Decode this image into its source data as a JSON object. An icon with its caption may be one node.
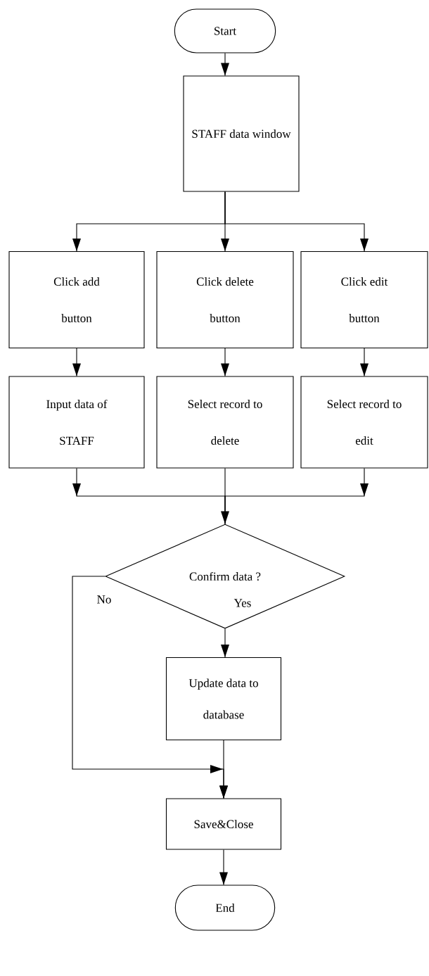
{
  "diagram": {
    "nodes": [
      {
        "text": [
          "Start"
        ]
      },
      {
        "text": [
          "STAFF data window"
        ]
      },
      {
        "text": [
          "Click add button"
        ]
      },
      {
        "text": [
          "Click delete button"
        ]
      },
      {
        "text": [
          "Click edit button"
        ]
      },
      {
        "text": [
          "Input data of STAFF"
        ]
      },
      {
        "text": [
          "Select record to delete"
        ]
      },
      {
        "text": [
          "Select record to edit"
        ]
      },
      {
        "text": [
          "Confirm data ?"
        ]
      },
      {
        "text": [
          "Update data to database"
        ]
      },
      {
        "text": [
          "Save&Close"
        ]
      },
      {
        "text": [
          "End"
        ]
      }
    ],
    "edges": [
      {
        "from": 0,
        "to": 1,
        "arrow": "to"
      },
      {
        "from": 1,
        "to": 2,
        "arrow": "to"
      },
      {
        "from": 1,
        "to": 3,
        "arrow": "to"
      },
      {
        "from": 1,
        "to": 4,
        "arrow": "to"
      },
      {
        "from": 2,
        "to": 5,
        "arrow": "to"
      },
      {
        "from": 3,
        "to": 6,
        "arrow": "to"
      },
      {
        "from": 4,
        "to": 7,
        "arrow": "to"
      },
      {
        "from": 5,
        "to": 8,
        "arrow": "to"
      },
      {
        "from": 6,
        "to": 8,
        "arrow": "to"
      },
      {
        "from": 7,
        "to": 8,
        "arrow": "to"
      },
      {
        "from": 8,
        "to": 9,
        "label": "Yes",
        "arrow": "to"
      },
      {
        "from": 8,
        "to": 10,
        "label": "No",
        "arrow": "to"
      },
      {
        "from": 9,
        "to": 10,
        "arrow": "to"
      },
      {
        "from": 10,
        "to": 11,
        "arrow": "to"
      }
    ]
  }
}
